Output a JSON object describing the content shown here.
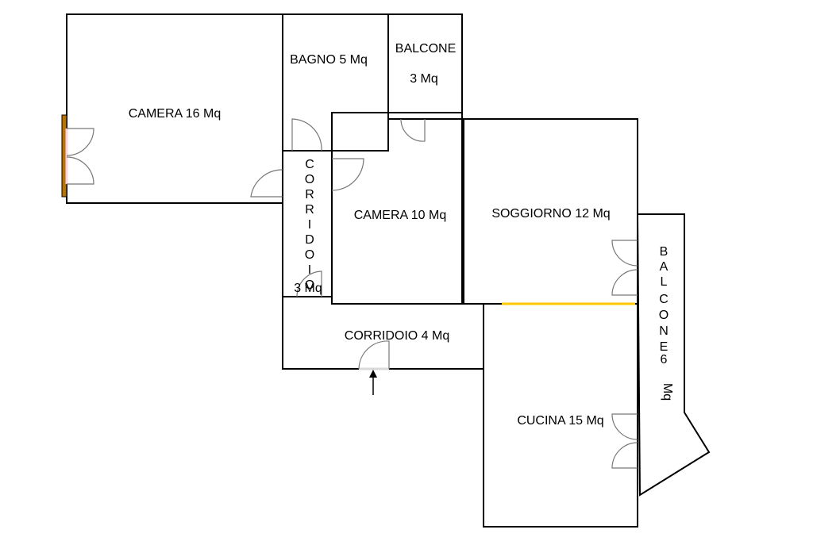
{
  "rooms": {
    "camera16": {
      "label": "CAMERA 16 Mq",
      "color": "#FFD1DC"
    },
    "bagno": {
      "label": "BAGNO 5 Mq",
      "color": "#D6E9FB"
    },
    "balcone3": {
      "line1": "BALCONE",
      "line2": "3 Mq",
      "color": "#B87300"
    },
    "corridoio3": {
      "letters": [
        "C",
        "O",
        "R",
        "R",
        "I",
        "D",
        "O",
        "I",
        "O"
      ],
      "area": "3 Mq",
      "color": "#D9D9D9"
    },
    "camera10": {
      "label": "CAMERA 10 Mq",
      "color": "#FFD1DC"
    },
    "soggiorno": {
      "label": "SOGGIORNO 12 Mq",
      "color": "#FFFF00"
    },
    "corridoio4": {
      "label": "CORRIDOIO 4 Mq",
      "color": "#D9D9D9"
    },
    "cucina": {
      "label": "CUCINA 15 Mq",
      "color": "#FFC800"
    },
    "balcone6": {
      "letters": [
        "B",
        "A",
        "L",
        "C",
        "O",
        "N",
        "E"
      ],
      "num": "6",
      "unit": "Mq",
      "color": "#B87300"
    }
  }
}
